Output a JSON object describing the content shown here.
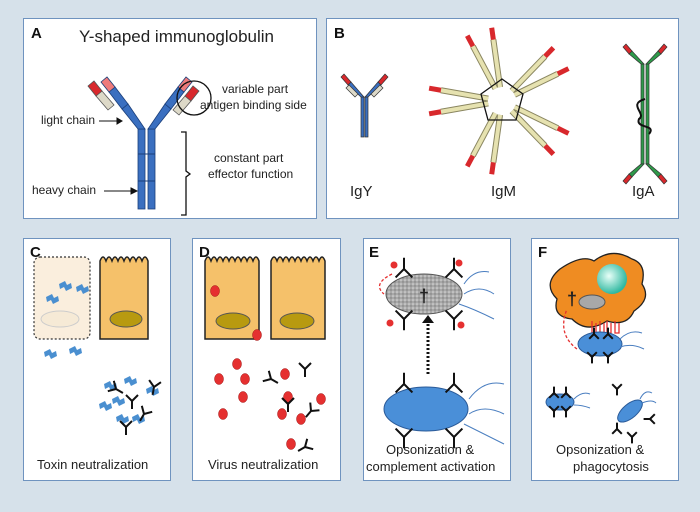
{
  "figure": {
    "panels": [
      {
        "id": "A",
        "title": "Y-shaped immunoglobulin",
        "labels": {
          "light_chain": "light chain",
          "heavy_chain": "heavy chain",
          "variable_1": "variable part",
          "variable_2": "antigen binding side",
          "constant_1": "constant part",
          "constant_2": "effector function"
        }
      },
      {
        "id": "B",
        "labels": {
          "igy": "IgY",
          "igm": "IgM",
          "iga": "IgA"
        }
      },
      {
        "id": "C",
        "caption": "Toxin neutralization"
      },
      {
        "id": "D",
        "caption": "Virus neutralization"
      },
      {
        "id": "E",
        "caption_1": "Opsonization &",
        "caption_2": "complement activation",
        "death_symbol": "†"
      },
      {
        "id": "F",
        "caption_1": "Opsonization &",
        "caption_2": "phagocytosis",
        "death_symbol": "†"
      }
    ],
    "colors": {
      "background": "#d6e1ea",
      "panel_border": "#6f93bf",
      "heavy_chain": "#3a6fc0",
      "light_chain_const": "#ddd9c8",
      "variable_dark": "#d8282c",
      "variable_light": "#ee7b7b",
      "igm_chain": "#e6e2b0",
      "iga_chain": "#2f9a4a",
      "cell_fill": "#f5c16a",
      "nucleus": "#b89a10",
      "toxin": "#4a8fd0",
      "virus": "#e53030",
      "bacterium": "#4a8fd8",
      "macrophage": "#ef8c22",
      "macrophage_nucleus": "#2fb8a0"
    }
  }
}
